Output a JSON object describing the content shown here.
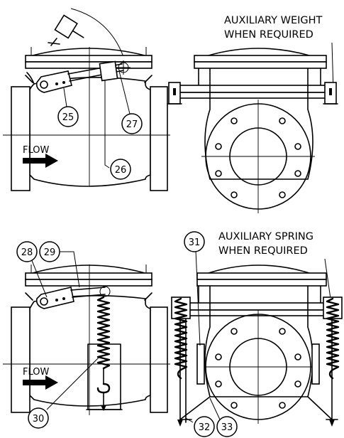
{
  "notes": {
    "aux_weight_line1": "AUXILIARY WEIGHT",
    "aux_weight_line2": "WHEN REQUIRED",
    "aux_spring_line1": "AUXILIARY SPRING",
    "aux_spring_line2": "WHEN REQUIRED"
  },
  "flow_labels": {
    "top": "FLOW",
    "bottom": "FLOW"
  },
  "callouts": {
    "c25": "25",
    "c26": "26",
    "c27": "27",
    "c28": "28",
    "c29": "29",
    "c30": "30",
    "c31": "31",
    "c32": "32",
    "c33": "33"
  }
}
